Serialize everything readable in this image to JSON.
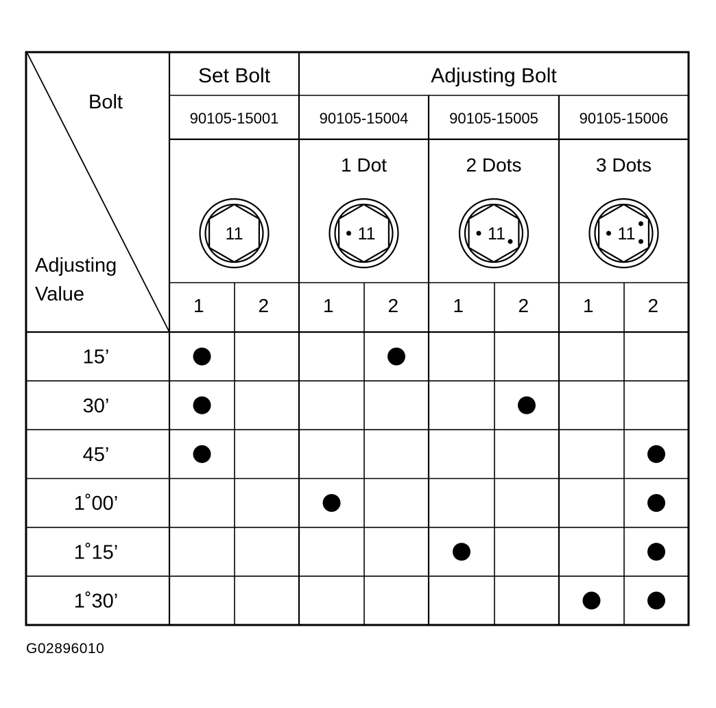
{
  "corner": {
    "top_label": "Bolt",
    "bottom_label_line1": "Adjusting",
    "bottom_label_line2": "Value"
  },
  "groups": [
    {
      "label": "Set Bolt",
      "span": 2
    },
    {
      "label": "Adjusting Bolt",
      "span": 6
    }
  ],
  "bolts": [
    {
      "part_number": "90105-15001",
      "marking": "",
      "head_text": "11",
      "dots": 0
    },
    {
      "part_number": "90105-15004",
      "marking": "1 Dot",
      "head_text": "11",
      "dots": 1
    },
    {
      "part_number": "90105-15005",
      "marking": "2 Dots",
      "head_text": "11",
      "dots": 2
    },
    {
      "part_number": "90105-15006",
      "marking": "3 Dots",
      "head_text": "11",
      "dots": 3
    }
  ],
  "position_labels": [
    "1",
    "2"
  ],
  "rows": [
    {
      "value": "15’",
      "marks": [
        1,
        0,
        0,
        1,
        0,
        0,
        0,
        0
      ]
    },
    {
      "value": "30’",
      "marks": [
        1,
        0,
        0,
        0,
        0,
        1,
        0,
        0
      ]
    },
    {
      "value": "45’",
      "marks": [
        1,
        0,
        0,
        0,
        0,
        0,
        0,
        1
      ]
    },
    {
      "value": "1˚00’",
      "marks": [
        0,
        0,
        1,
        0,
        0,
        0,
        0,
        1
      ]
    },
    {
      "value": "1˚15’",
      "marks": [
        0,
        0,
        0,
        0,
        1,
        0,
        0,
        1
      ]
    },
    {
      "value": "1˚30’",
      "marks": [
        0,
        0,
        0,
        0,
        0,
        0,
        1,
        1
      ]
    }
  ],
  "figure_id": "G02896010"
}
